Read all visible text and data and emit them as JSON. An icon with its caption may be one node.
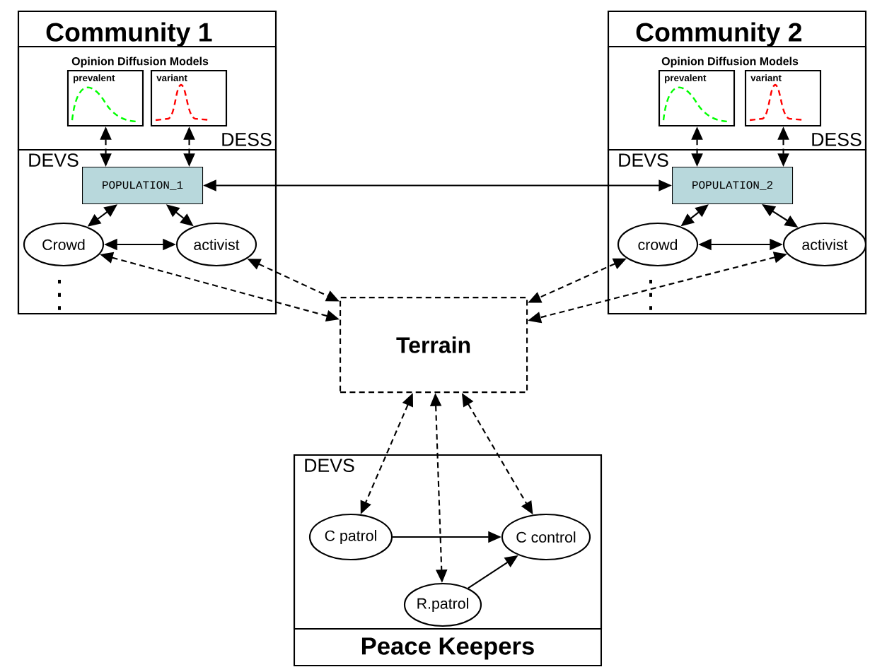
{
  "diagram": {
    "nodes": [
      {
        "text": [
          "Community 1"
        ]
      },
      {
        "text": [
          "Opinion Diffusion Models",
          "DESS"
        ],
        "in": 0
      },
      {
        "text": [
          "prevalent"
        ],
        "in": 1
      },
      {
        "text": [
          "variant"
        ],
        "in": 1
      },
      {
        "text": [
          "DEVS"
        ],
        "in": 0
      },
      {
        "text": [
          "POPULATION_1"
        ],
        "in": 4
      },
      {
        "text": [
          "Crowd"
        ],
        "in": 4
      },
      {
        "text": [
          "activist"
        ],
        "in": 4
      },
      {
        "text": [
          "Community 2"
        ]
      },
      {
        "text": [
          "Opinion Diffusion Models",
          "DESS"
        ],
        "in": 8
      },
      {
        "text": [
          "prevalent"
        ],
        "in": 9
      },
      {
        "text": [
          "variant"
        ],
        "in": 9
      },
      {
        "text": [
          "DEVS"
        ],
        "in": 8
      },
      {
        "text": [
          "POPULATION_2"
        ],
        "in": 12
      },
      {
        "text": [
          "crowd"
        ],
        "in": 12
      },
      {
        "text": [
          "activist"
        ],
        "in": 12
      },
      {
        "text": [
          "Terrain"
        ]
      },
      {
        "text": [
          "Peace Keepers"
        ]
      },
      {
        "text": [
          "DEVS"
        ],
        "in": 17
      },
      {
        "text": [
          "C patrol"
        ],
        "in": 18
      },
      {
        "text": [
          "C control"
        ],
        "in": 18
      },
      {
        "text": [
          "R.patrol"
        ],
        "in": 18
      }
    ],
    "edges": [
      {
        "from": 2,
        "to": 5,
        "arrow": "both",
        "style": "dashed"
      },
      {
        "from": 3,
        "to": 5,
        "arrow": "both",
        "style": "dashed"
      },
      {
        "from": 5,
        "to": 6,
        "arrow": "both"
      },
      {
        "from": 5,
        "to": 7,
        "arrow": "both"
      },
      {
        "from": 6,
        "to": 7,
        "arrow": "both"
      },
      {
        "from": 10,
        "to": 13,
        "arrow": "both",
        "style": "dashed"
      },
      {
        "from": 11,
        "to": 13,
        "arrow": "both",
        "style": "dashed"
      },
      {
        "from": 13,
        "to": 14,
        "arrow": "both"
      },
      {
        "from": 13,
        "to": 15,
        "arrow": "both"
      },
      {
        "from": 14,
        "to": 15,
        "arrow": "both"
      },
      {
        "from": 5,
        "to": 13,
        "arrow": "both"
      },
      {
        "from": 6,
        "to": 16,
        "arrow": "both",
        "style": "dashed"
      },
      {
        "from": 7,
        "to": 16,
        "arrow": "both",
        "style": "dashed"
      },
      {
        "from": 14,
        "to": 16,
        "arrow": "both",
        "style": "dashed"
      },
      {
        "from": 15,
        "to": 16,
        "arrow": "both",
        "style": "dashed"
      },
      {
        "from": 16,
        "to": 19,
        "arrow": "both",
        "style": "dashed"
      },
      {
        "from": 16,
        "to": 21,
        "arrow": "both",
        "style": "dashed"
      },
      {
        "from": 16,
        "to": 20,
        "arrow": "both",
        "style": "dashed"
      },
      {
        "from": 19,
        "to": 20,
        "arrow": "to"
      },
      {
        "from": 21,
        "to": 20,
        "arrow": "to"
      }
    ]
  }
}
